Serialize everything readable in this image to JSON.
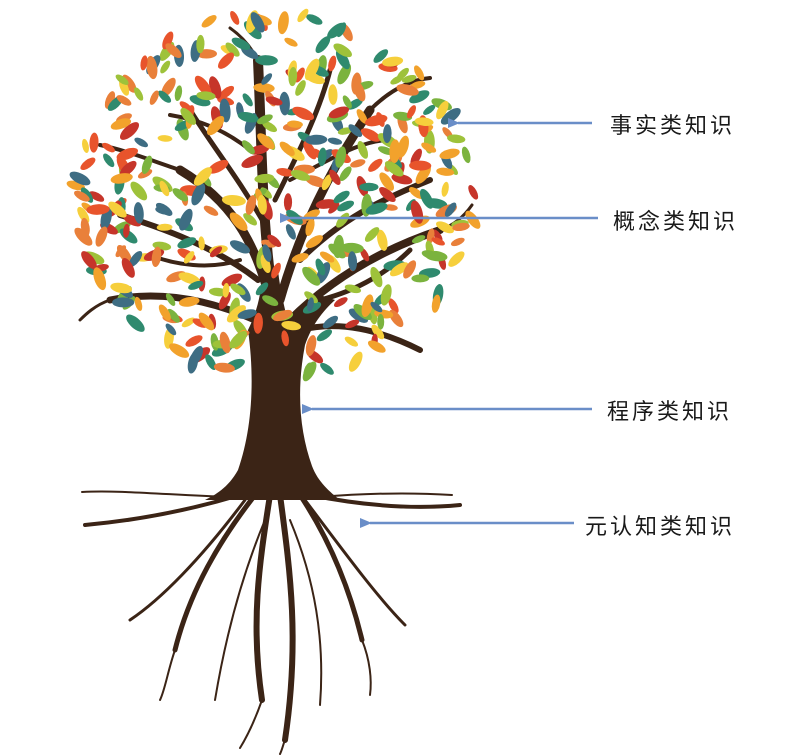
{
  "diagram": {
    "labels": {
      "factual": "事实类知识",
      "conceptual": "概念类知识",
      "procedural": "程序类知识",
      "metacognitive": "元认知类知识"
    },
    "colors": {
      "trunk": "#3b2416",
      "arrow": "#6a8ec8",
      "label_text": "#1a1a1a",
      "leaf_palette": [
        "#f2a22c",
        "#e8542c",
        "#9ec23a",
        "#2f8a6e",
        "#f6cf3c",
        "#c6352a",
        "#7bb33e",
        "#e9803a",
        "#3e6d83"
      ]
    }
  }
}
